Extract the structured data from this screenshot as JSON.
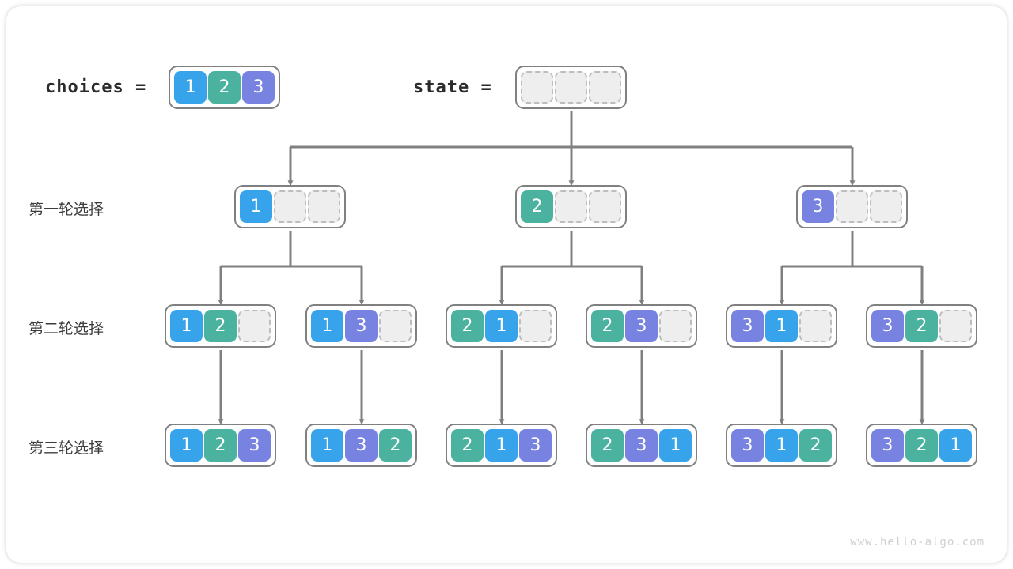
{
  "meta": {
    "watermark": "www.hello-algo.com",
    "colors": {
      "value_1": "#36a3eb",
      "value_2": "#4cb2a0",
      "value_3": "#7882e0",
      "empty_cell": "#eeeeee",
      "empty_border": "#bdbdbd",
      "box_border": "#808080",
      "wire": "#808080",
      "text": "#2b2b2b"
    }
  },
  "header": {
    "choices_label": "choices =",
    "choices_values": [
      "1",
      "2",
      "3"
    ],
    "state_label": "state =",
    "state_values": [
      "",
      "",
      ""
    ]
  },
  "rows": [
    {
      "label": "第一轮选择",
      "nodes": [
        {
          "values": [
            "1",
            "",
            ""
          ]
        },
        {
          "values": [
            "2",
            "",
            ""
          ]
        },
        {
          "values": [
            "3",
            "",
            ""
          ]
        }
      ]
    },
    {
      "label": "第二轮选择",
      "nodes": [
        {
          "values": [
            "1",
            "2",
            ""
          ]
        },
        {
          "values": [
            "1",
            "3",
            ""
          ]
        },
        {
          "values": [
            "2",
            "1",
            ""
          ]
        },
        {
          "values": [
            "2",
            "3",
            ""
          ]
        },
        {
          "values": [
            "3",
            "1",
            ""
          ]
        },
        {
          "values": [
            "3",
            "2",
            ""
          ]
        }
      ]
    },
    {
      "label": "第三轮选择",
      "nodes": [
        {
          "values": [
            "1",
            "2",
            "3"
          ]
        },
        {
          "values": [
            "1",
            "3",
            "2"
          ]
        },
        {
          "values": [
            "2",
            "1",
            "3"
          ]
        },
        {
          "values": [
            "2",
            "3",
            "1"
          ]
        },
        {
          "values": [
            "3",
            "1",
            "2"
          ]
        },
        {
          "values": [
            "3",
            "2",
            "1"
          ]
        }
      ]
    }
  ]
}
